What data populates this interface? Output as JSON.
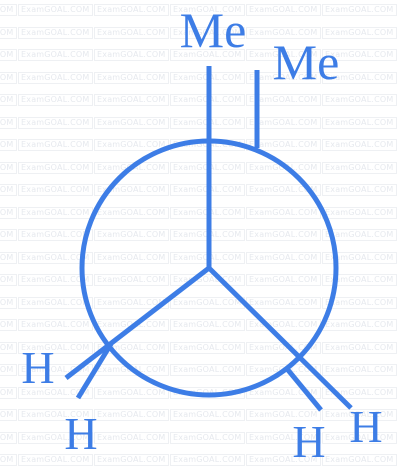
{
  "diagram": {
    "stroke_color": "#3d7de6",
    "front_carbon": {
      "up_substituent": "Me",
      "lower_left_substituent": "H",
      "lower_right_substituent": "H"
    },
    "back_carbon": {
      "up_substituent": "Me",
      "lower_left_substituent": "H",
      "lower_right_substituent": "H"
    }
  },
  "watermark": {
    "text": "ExamGOAL.COM"
  }
}
